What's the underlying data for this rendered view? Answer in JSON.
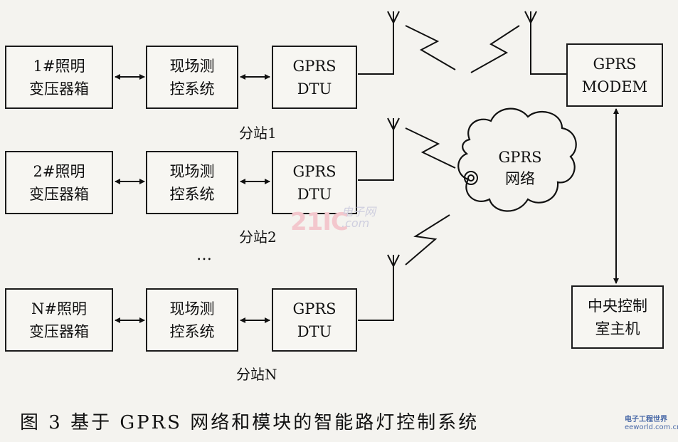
{
  "stations": [
    {
      "transformer": [
        "1#照明",
        "变压器箱"
      ],
      "control": [
        "现场测",
        "控系统"
      ],
      "dtu": [
        "GPRS",
        "DTU"
      ],
      "label": "分站1"
    },
    {
      "transformer": [
        "2#照明",
        "变压器箱"
      ],
      "control": [
        "现场测",
        "控系统"
      ],
      "dtu": [
        "GPRS",
        "DTU"
      ],
      "label": "分站2"
    },
    {
      "transformer": [
        "N#照明",
        "变压器箱"
      ],
      "control": [
        "现场测",
        "控系统"
      ],
      "dtu": [
        "GPRS",
        "DTU"
      ],
      "label": "分站N"
    }
  ],
  "ellipsis": "…",
  "modem": [
    "GPRS",
    "MODEM"
  ],
  "network": [
    "GPRS",
    "网络"
  ],
  "central": [
    "中央控制",
    "室主机"
  ],
  "caption": "图 3  基于 GPRS 网络和模块的智能路灯控制系统",
  "watermarks": {
    "site1_main": "21IC",
    "site1_sub": [
      "电子网",
      ".com"
    ],
    "site2": [
      "电子工程世界",
      "eeworld.com.cn"
    ]
  }
}
